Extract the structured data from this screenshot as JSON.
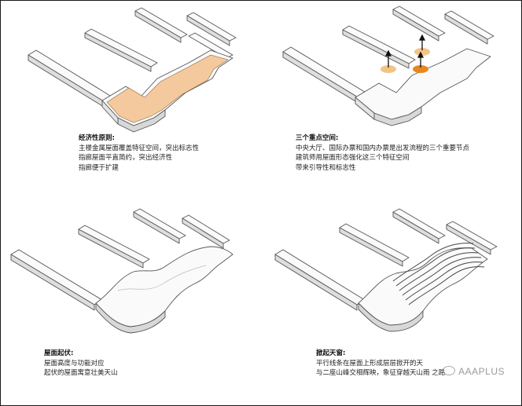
{
  "panels": [
    {
      "title": "经济性原则:",
      "lines": [
        "主楼金属屋面覆盖特征空间，突出标志性",
        "指廊屋面平直简约，突出经济性",
        "指廊便于扩建"
      ]
    },
    {
      "title": "三个重点空间:",
      "lines": [
        "中央大厅、国际办票和国内办票是出发流程的三个重要节点",
        "建筑师用屋面形态强化这三个特征空间",
        "带来引导性和标志性"
      ]
    },
    {
      "title": "屋面起伏:",
      "lines": [
        "屋面高度与功能对应",
        "起伏的屋面寓意壮美天山"
      ]
    },
    {
      "title": "掀起天窗:",
      "lines": [
        "平行线条在屋面上形成层层掀开的天",
        "与二座山峰交相辉映，象征穿越天山雨   之路"
      ]
    }
  ],
  "watermark": {
    "text": "AAAPLUS",
    "icon": "wechat-icon"
  },
  "colors": {
    "accent_fill": "#f4c99d",
    "marker_light": "#f3c487",
    "marker_strong": "#e8871f",
    "outline": "#555555"
  }
}
